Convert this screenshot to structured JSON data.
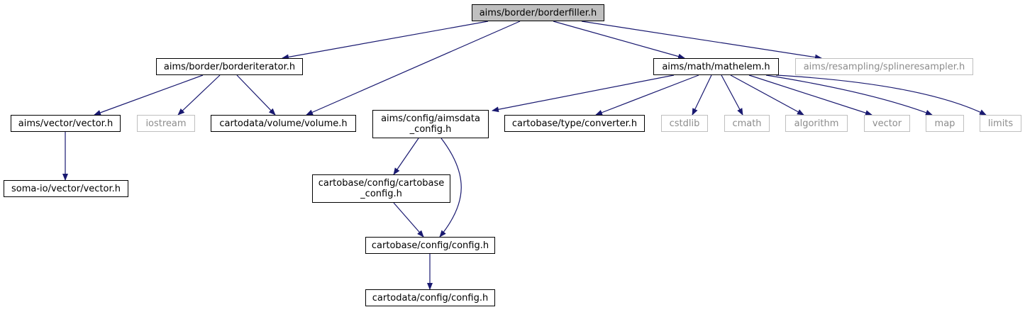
{
  "diagram": {
    "root": "aims/border/borderfiller.h",
    "nodes": {
      "borderfiller": "aims/border/borderfiller.h",
      "borderiterator": "aims/border/borderiterator.h",
      "mathelem": "aims/math/mathelem.h",
      "splineresampler": "aims/resampling/splineresampler.h",
      "vector_h": "aims/vector/vector.h",
      "iostream": "iostream",
      "volume": "cartodata/volume/volume.h",
      "aimsdata_config_1": "aims/config/aimsdata",
      "aimsdata_config_2": "_config.h",
      "converter": "cartobase/type/converter.h",
      "cstdlib": "cstdlib",
      "cmath": "cmath",
      "algorithm": "algorithm",
      "vector": "vector",
      "map": "map",
      "limits": "limits",
      "soma_vector": "soma-io/vector/vector.h",
      "cartobase_config_1": "cartobase/config/cartobase",
      "cartobase_config_2": "_config.h",
      "cartobase_config": "cartobase/config/config.h",
      "cartodata_config": "cartodata/config/config.h"
    },
    "edges": [
      [
        "borderfiller",
        "borderiterator"
      ],
      [
        "borderfiller",
        "volume"
      ],
      [
        "borderfiller",
        "mathelem"
      ],
      [
        "borderfiller",
        "splineresampler"
      ],
      [
        "borderiterator",
        "vector_h"
      ],
      [
        "borderiterator",
        "iostream"
      ],
      [
        "borderiterator",
        "volume"
      ],
      [
        "mathelem",
        "aimsdata_config"
      ],
      [
        "mathelem",
        "converter"
      ],
      [
        "mathelem",
        "cstdlib"
      ],
      [
        "mathelem",
        "cmath"
      ],
      [
        "mathelem",
        "algorithm"
      ],
      [
        "mathelem",
        "vector"
      ],
      [
        "mathelem",
        "map"
      ],
      [
        "mathelem",
        "limits"
      ],
      [
        "vector_h",
        "soma_vector"
      ],
      [
        "aimsdata_config",
        "cartobase_config_h"
      ],
      [
        "aimsdata_config",
        "cartobase_config"
      ],
      [
        "cartobase_config_h",
        "cartobase_config"
      ],
      [
        "cartobase_config",
        "cartodata_config"
      ]
    ],
    "colors": {
      "edge": "#191970",
      "node_border": "#000000",
      "external_border": "#bfbfbf",
      "external_text": "#8c8c8c",
      "root_fill": "#bfbfbf"
    }
  }
}
